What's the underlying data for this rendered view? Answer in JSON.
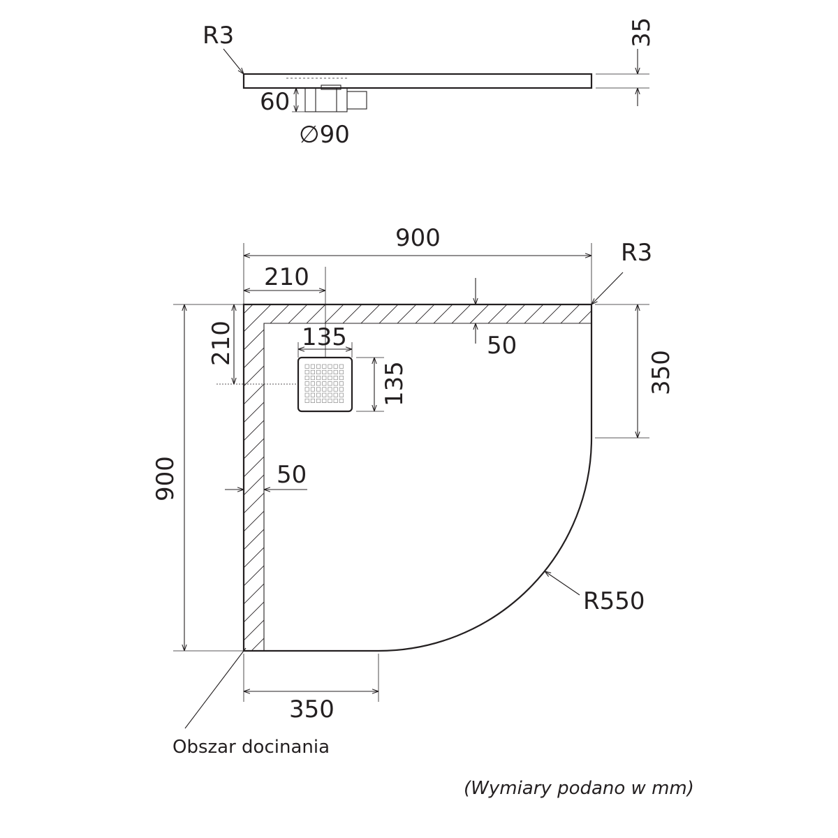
{
  "side_view": {
    "radius_label": "R3",
    "thickness_label": "35",
    "drain_height_label": "60",
    "drain_diameter_label": "∅90"
  },
  "plan_view": {
    "width_label": "900",
    "height_label": "900",
    "drain_offset_x_label": "210",
    "drain_offset_y_label": "210",
    "drain_width_label": "135",
    "drain_height_label": "135",
    "border_top_label": "50",
    "border_left_label": "50",
    "corner_radius_label": "R3",
    "straight_side_label": "350",
    "straight_bottom_label": "350",
    "arc_radius_label": "R550",
    "trim_area_label": "Obszar docinania"
  },
  "footer": {
    "units_note": "(Wymiary podano w mm)"
  },
  "colors": {
    "line": "#231f20",
    "background": "#ffffff"
  }
}
